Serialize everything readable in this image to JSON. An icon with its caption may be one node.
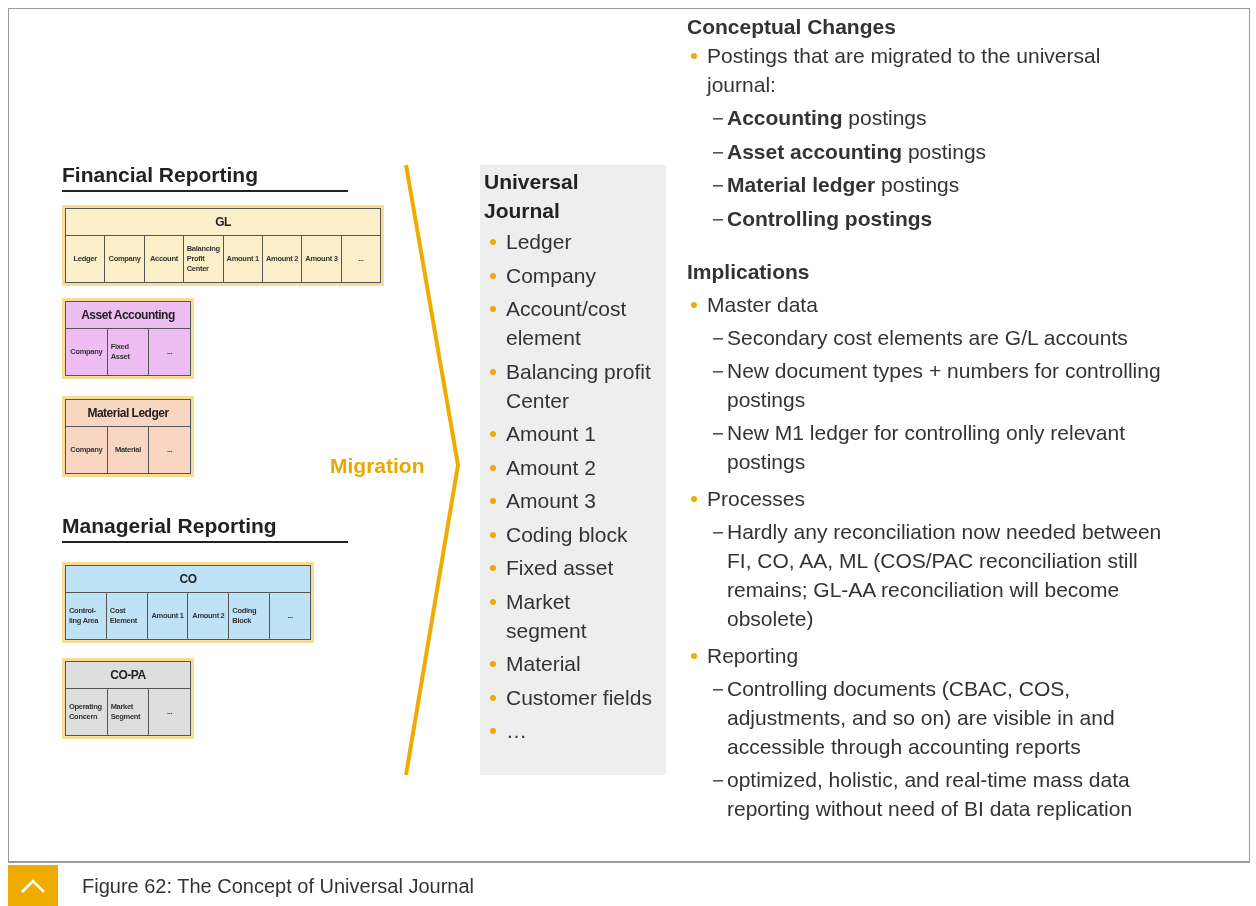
{
  "diagram": {
    "caption": "Figure 62: The Concept of Universal Journal",
    "nodes": [
      {
        "text": [
          "GL"
        ]
      },
      {
        "text": [
          "Ledger"
        ],
        "in": 0
      },
      {
        "text": [
          "Company"
        ],
        "in": 0
      },
      {
        "text": [
          "Account"
        ],
        "in": 0
      },
      {
        "text": [
          "Balancing Profit Center"
        ],
        "in": 0
      },
      {
        "text": [
          "Amount 1"
        ],
        "in": 0
      },
      {
        "text": [
          "Amount 2"
        ],
        "in": 0
      },
      {
        "text": [
          "Amount 3"
        ],
        "in": 0
      },
      {
        "text": [
          "..."
        ],
        "in": 0
      },
      {
        "text": [
          "Asset Accounting"
        ]
      },
      {
        "text": [
          "Company"
        ],
        "in": 9
      },
      {
        "text": [
          "Fixed Asset"
        ],
        "in": 9
      },
      {
        "text": [
          "..."
        ],
        "in": 9
      },
      {
        "text": [
          "Material Ledger"
        ]
      },
      {
        "text": [
          "Company"
        ],
        "in": 13
      },
      {
        "text": [
          "Material"
        ],
        "in": 13
      },
      {
        "text": [
          "..."
        ],
        "in": 13
      },
      {
        "text": [
          "CO"
        ]
      },
      {
        "text": [
          "Control-ling Area"
        ],
        "in": 17
      },
      {
        "text": [
          "Cost Element"
        ],
        "in": 17
      },
      {
        "text": [
          "Amount 1"
        ],
        "in": 17
      },
      {
        "text": [
          "Amount 2"
        ],
        "in": 17
      },
      {
        "text": [
          "Coding Block"
        ],
        "in": 17
      },
      {
        "text": [
          "..."
        ],
        "in": 17
      },
      {
        "text": [
          "CO-PA"
        ]
      },
      {
        "text": [
          "Operating Concern"
        ],
        "in": 24
      },
      {
        "text": [
          "Market Segment"
        ],
        "in": 24
      },
      {
        "text": [
          "..."
        ],
        "in": 24
      },
      {
        "text": [
          "Universal Journal",
          "Ledger",
          "Company",
          "Account/cost element",
          "Balancing profit Center",
          "Amount 1",
          "Amount 2",
          "Amount 3",
          "Coding block",
          "Fixed asset",
          "Market segment",
          "Material",
          "Customer fields",
          "…"
        ]
      }
    ],
    "labels": [
      "Financial Reporting",
      "Managerial Reporting",
      "Migration",
      "Conceptual Changes",
      "Postings that are migrated to the universal journal:",
      "**Accounting** postings",
      "**Asset accounting** postings",
      "**Material ledger** postings",
      "Controlling postings",
      "Implications",
      "Master data",
      "Secondary cost elements are G/L accounts",
      "New document types + numbers for controlling postings",
      "New M1 ledger for controlling only relevant postings",
      "Processes",
      "Hardly any reconciliation now needed between FI, CO, AA, ML (COS/PAC reconciliation still remains; GL-AA reconciliation will become obsolete)",
      "Reporting",
      "Controlling documents (CBAC, COS, adjustments, and so on) are visible in and accessible through accounting reports",
      "optimized, holistic, and real-time mass data reporting without need of BI data replication"
    ]
  }
}
